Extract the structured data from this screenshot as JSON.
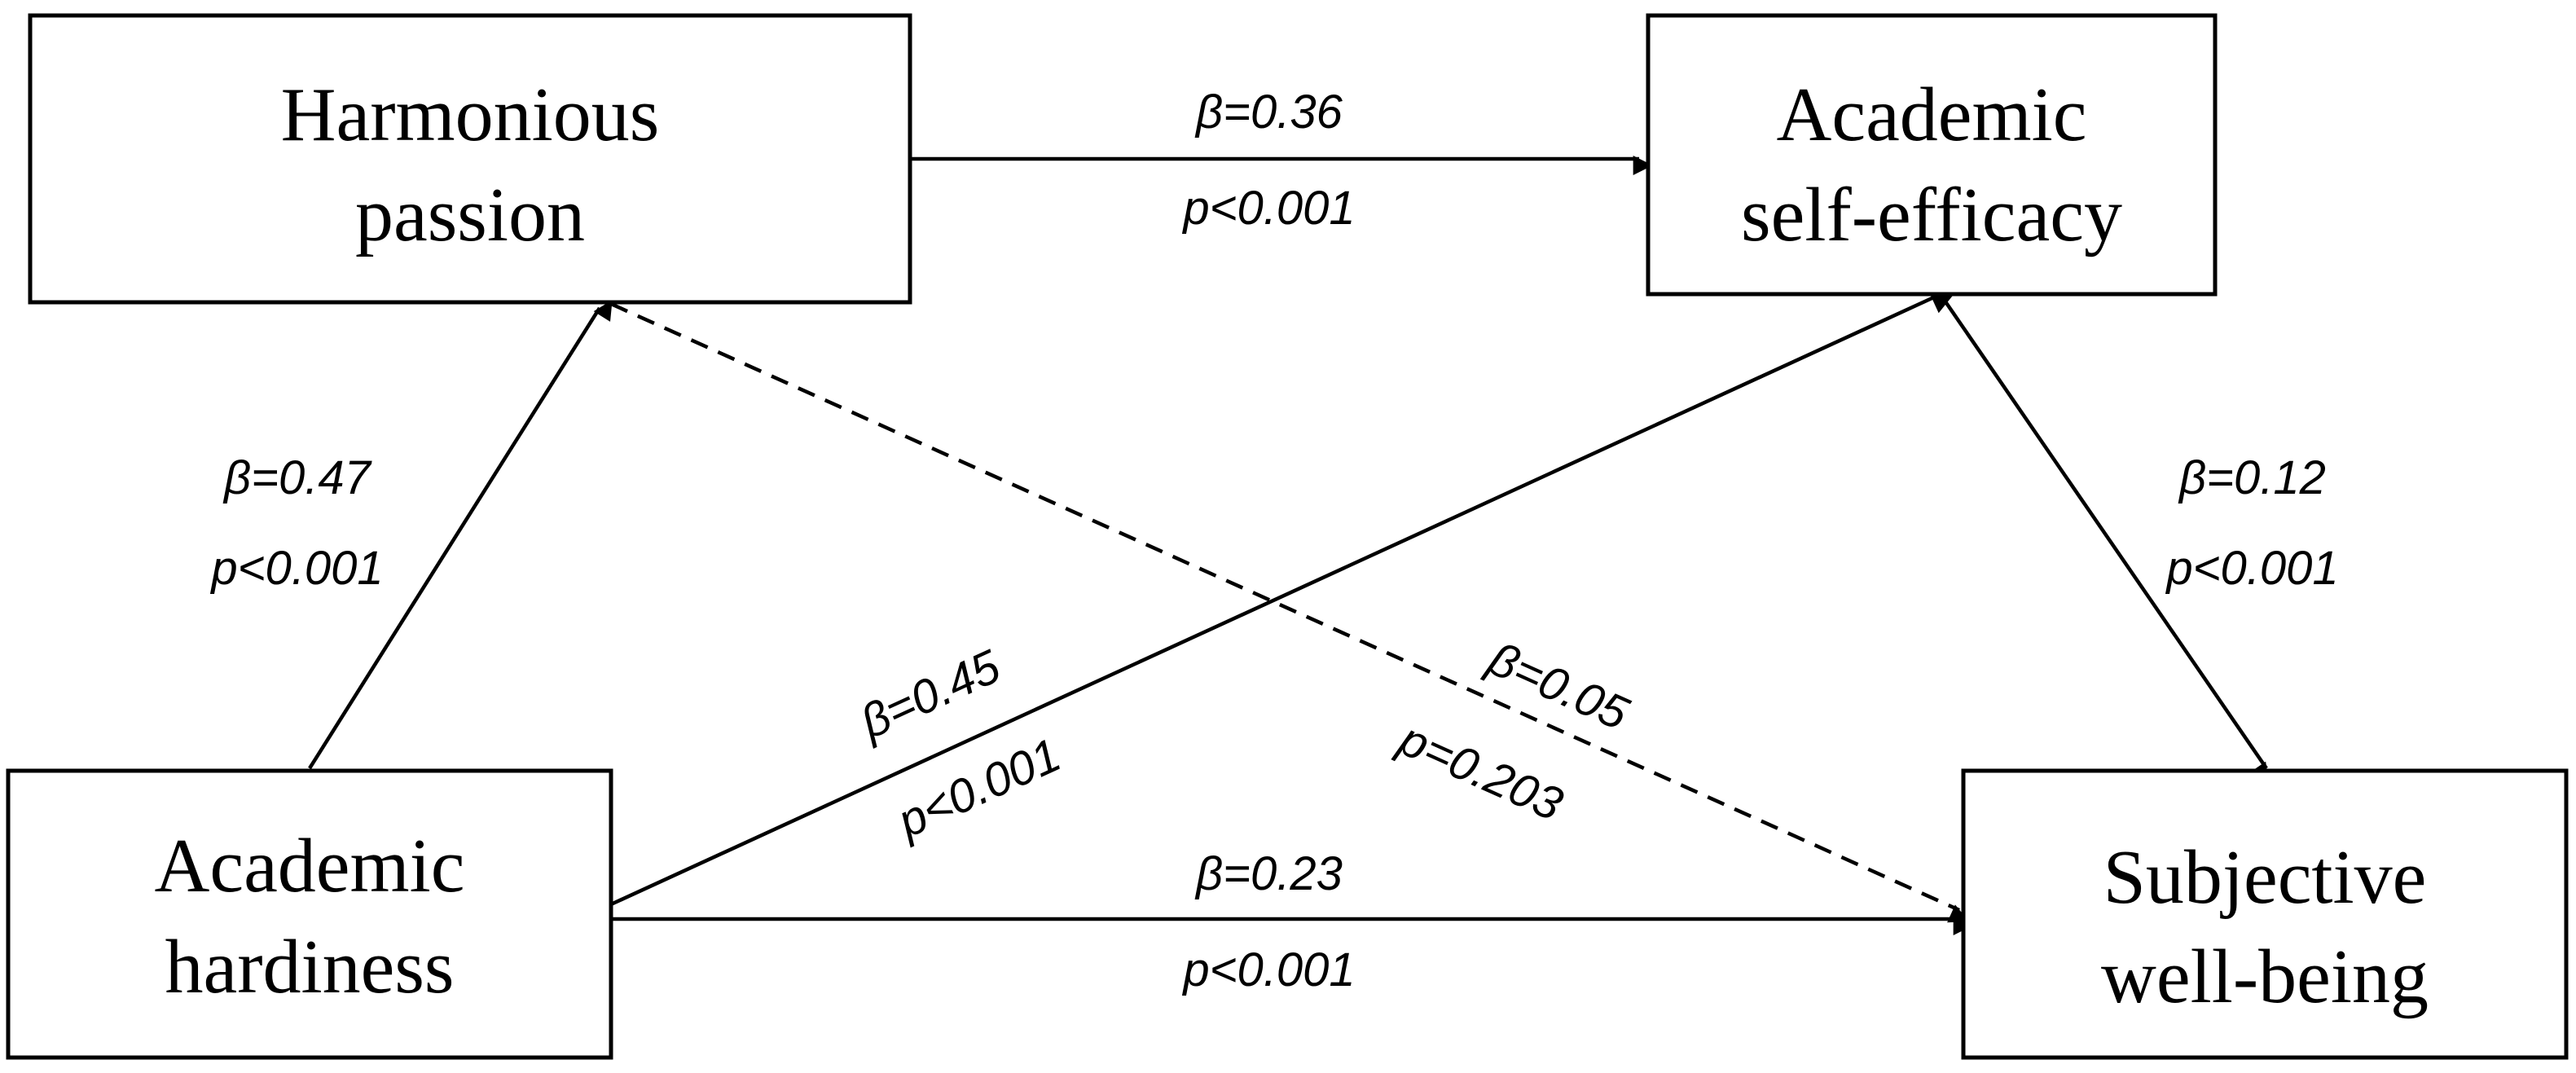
{
  "nodes": {
    "harmonious_passion": {
      "line1": "Harmonious",
      "line2": "passion"
    },
    "academic_self_efficacy": {
      "line1": "Academic",
      "line2": "self-efficacy"
    },
    "academic_hardiness": {
      "line1": "Academic",
      "line2": "hardiness"
    },
    "subjective_well_being": {
      "line1": "Subjective",
      "line2": "well-being"
    }
  },
  "paths": {
    "passion_to_efficacy": {
      "beta": "β=0.36",
      "p": "p<0.001",
      "style": "solid"
    },
    "hardiness_to_passion": {
      "beta": "β=0.47",
      "p": "p<0.001",
      "style": "solid"
    },
    "efficacy_to_wellbeing": {
      "beta": "β=0.12",
      "p": "p<0.001",
      "style": "solid"
    },
    "hardiness_to_efficacy": {
      "beta": "β=0.45",
      "p": "p<0.001",
      "style": "solid"
    },
    "passion_to_wellbeing": {
      "beta": "β=0.05",
      "p": "p=0.203",
      "style": "dashed"
    },
    "hardiness_to_wellbeing": {
      "beta": "β=0.23",
      "p": "p<0.001",
      "style": "solid"
    }
  },
  "colors": {
    "line": "#000000",
    "background": "#ffffff"
  }
}
